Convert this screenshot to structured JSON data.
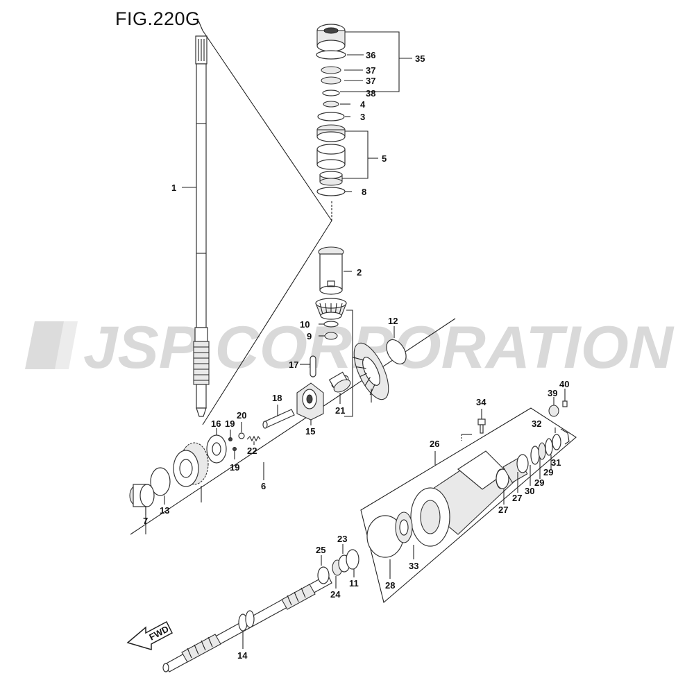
{
  "figure": {
    "title": "FIG.220G"
  },
  "watermark": {
    "text": "JSP CORPORATION",
    "color": "#d9d9d9"
  },
  "fwd_label": "FWD",
  "callouts": [
    {
      "id": "c1",
      "label": "1"
    },
    {
      "id": "c2",
      "label": "2"
    },
    {
      "id": "c3",
      "label": "3"
    },
    {
      "id": "c4",
      "label": "4"
    },
    {
      "id": "c5",
      "label": "5"
    },
    {
      "id": "c6",
      "label": "6"
    },
    {
      "id": "c7",
      "label": "7"
    },
    {
      "id": "c8",
      "label": "8"
    },
    {
      "id": "c9",
      "label": "9"
    },
    {
      "id": "c10",
      "label": "10"
    },
    {
      "id": "c11",
      "label": "11"
    },
    {
      "id": "c12",
      "label": "12"
    },
    {
      "id": "c13",
      "label": "13"
    },
    {
      "id": "c14",
      "label": "14"
    },
    {
      "id": "c15",
      "label": "15"
    },
    {
      "id": "c16",
      "label": "16"
    },
    {
      "id": "c17",
      "label": "17"
    },
    {
      "id": "c18",
      "label": "18"
    },
    {
      "id": "c19a",
      "label": "19"
    },
    {
      "id": "c19b",
      "label": "19"
    },
    {
      "id": "c20",
      "label": "20"
    },
    {
      "id": "c21",
      "label": "21"
    },
    {
      "id": "c22",
      "label": "22"
    },
    {
      "id": "c23",
      "label": "23"
    },
    {
      "id": "c24",
      "label": "24"
    },
    {
      "id": "c25",
      "label": "25"
    },
    {
      "id": "c26",
      "label": "26"
    },
    {
      "id": "c27a",
      "label": "27"
    },
    {
      "id": "c27b",
      "label": "27"
    },
    {
      "id": "c28",
      "label": "28"
    },
    {
      "id": "c29a",
      "label": "29"
    },
    {
      "id": "c29b",
      "label": "29"
    },
    {
      "id": "c30",
      "label": "30"
    },
    {
      "id": "c31",
      "label": "31"
    },
    {
      "id": "c32",
      "label": "32"
    },
    {
      "id": "c33",
      "label": "33"
    },
    {
      "id": "c34",
      "label": "34"
    },
    {
      "id": "c35",
      "label": "35"
    },
    {
      "id": "c36",
      "label": "36"
    },
    {
      "id": "c37a",
      "label": "37"
    },
    {
      "id": "c37b",
      "label": "37"
    },
    {
      "id": "c38",
      "label": "38"
    },
    {
      "id": "c39",
      "label": "39"
    },
    {
      "id": "c40",
      "label": "40"
    }
  ]
}
